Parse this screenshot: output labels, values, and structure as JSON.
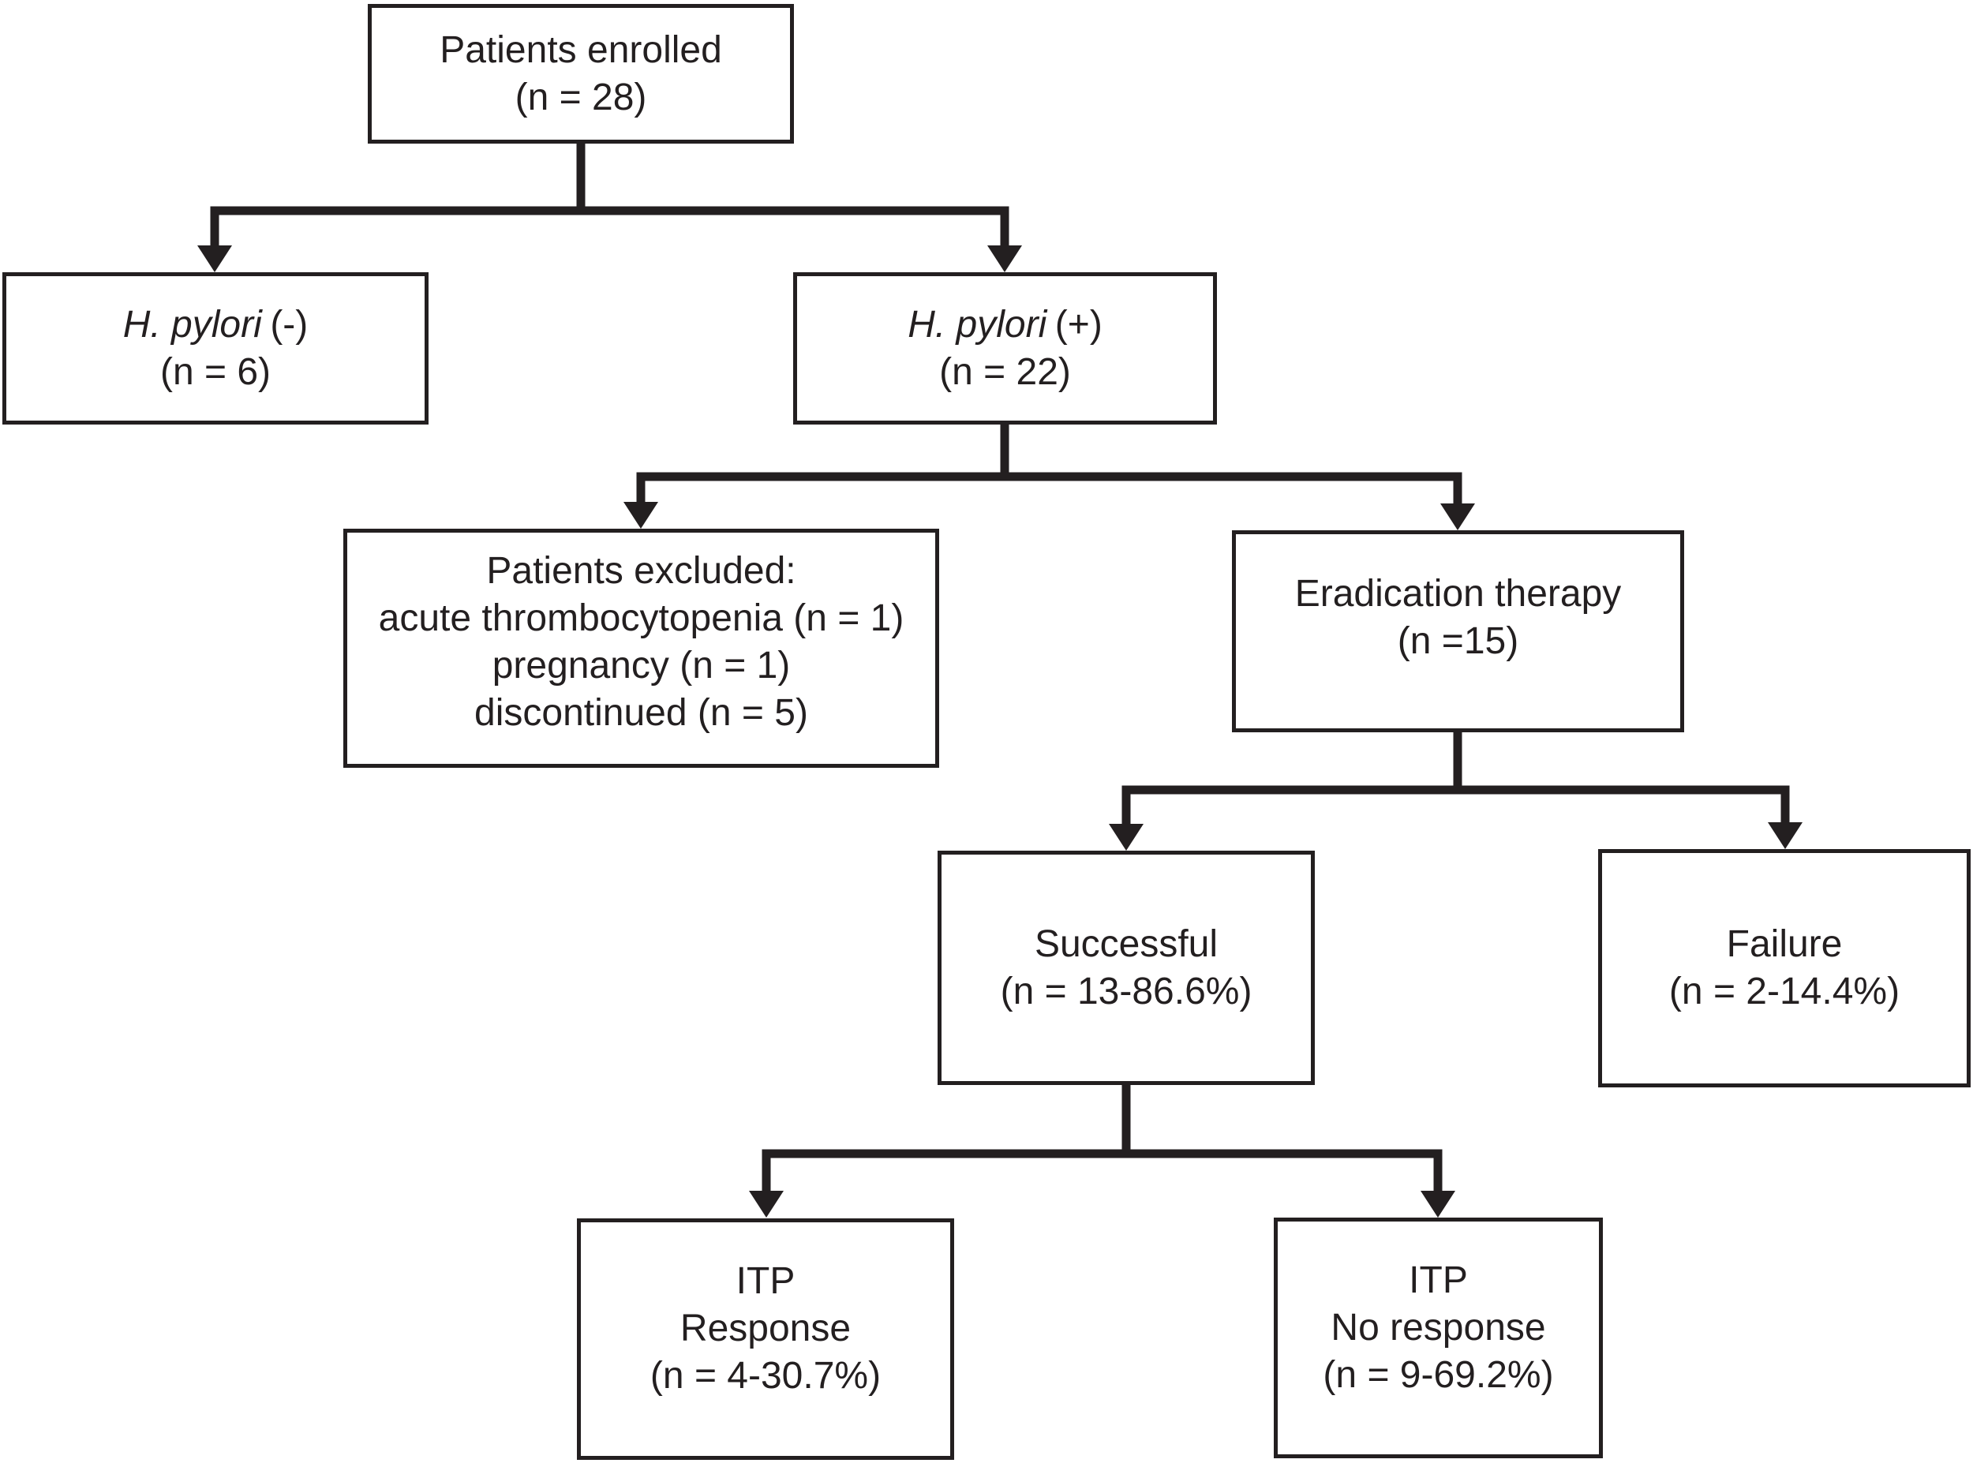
{
  "colors": {
    "ink": "#231f20",
    "background": "#ffffff"
  },
  "nodes": {
    "enrolled": {
      "line1": "Patients enrolled",
      "line2": "(n = 28)"
    },
    "hp_negative": {
      "species": "H. pylori",
      "sign": "(-)",
      "count": "(n = 6)"
    },
    "hp_positive": {
      "species": "H. pylori",
      "sign": "(+)",
      "count": "(n = 22)"
    },
    "excluded": {
      "line1": "Patients excluded:",
      "line2": "acute thrombocytopenia (n = 1)",
      "line3": "pregnancy (n = 1)",
      "line4": "discontinued (n = 5)"
    },
    "eradication": {
      "line1": "Eradication therapy",
      "line2": "(n =15)"
    },
    "successful": {
      "line1": "Successful",
      "line2": "(n = 13-86.6%)"
    },
    "failure": {
      "line1": "Failure",
      "line2": "(n = 2-14.4%)"
    },
    "itp_response": {
      "line1": "ITP",
      "line2": "Response",
      "line3": "(n = 4-30.7%)"
    },
    "itp_no_response": {
      "line1": "ITP",
      "line2": "No response",
      "line3": "(n = 9-69.2%)"
    }
  }
}
